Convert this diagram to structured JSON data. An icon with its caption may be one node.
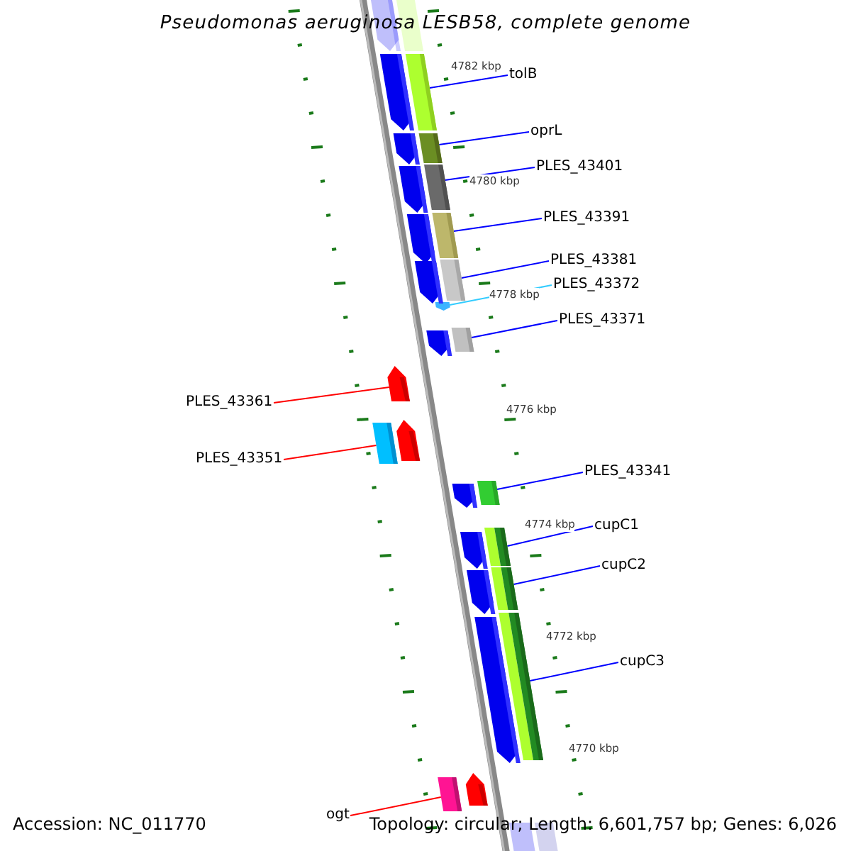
{
  "diagram": {
    "title": "Pseudomonas aeruginosa LESB58, complete genome",
    "nodes": [
      {
        "text": [
          "tolB"
        ]
      },
      {
        "text": [],
        "shape": "bar"
      },
      {
        "text": [
          "oprL"
        ]
      },
      {
        "text": [],
        "shape": "bar"
      },
      {
        "text": [
          "PLES_43401"
        ]
      },
      {
        "text": [],
        "shape": "bar"
      },
      {
        "text": [
          "PLES_43391"
        ]
      },
      {
        "text": [],
        "shape": "bar"
      },
      {
        "text": [
          "PLES_43381"
        ]
      },
      {
        "text": [],
        "shape": "bar"
      },
      {
        "text": [
          "PLES_43372"
        ]
      },
      {
        "text": [],
        "shape": "triangle"
      },
      {
        "text": [
          "PLES_43371"
        ]
      },
      {
        "text": [],
        "shape": "bar"
      },
      {
        "text": [
          "PLES_43361"
        ]
      },
      {
        "text": [],
        "shape": "pentagon"
      },
      {
        "text": [
          "PLES_43351"
        ]
      },
      {
        "text": [],
        "shape": "bar"
      },
      {
        "text": [
          "PLES_43341"
        ]
      },
      {
        "text": [],
        "shape": "bar"
      },
      {
        "text": [
          "cupC1"
        ]
      },
      {
        "text": [],
        "shape": "bar"
      },
      {
        "text": [
          "cupC2"
        ]
      },
      {
        "text": [],
        "shape": "bar"
      },
      {
        "text": [
          "cupC3"
        ]
      },
      {
        "text": [],
        "shape": "bar"
      },
      {
        "text": [
          "ogt"
        ]
      },
      {
        "text": [],
        "shape": "bar"
      },
      {
        "text": [],
        "shape": "pentagon"
      },
      {
        "text": [],
        "shape": "bar"
      },
      {
        "text": [],
        "shape": "pentagon"
      },
      {
        "text": [],
        "shape": "pentagon"
      },
      {
        "text": [],
        "shape": "pentagon"
      },
      {
        "text": [],
        "shape": "pentagon"
      },
      {
        "text": [],
        "shape": "pentagon"
      },
      {
        "text": [],
        "shape": "pentagon"
      },
      {
        "text": [],
        "shape": "pentagon"
      },
      {
        "text": [],
        "shape": "pentagon"
      },
      {
        "text": [],
        "shape": "pentagon"
      },
      {
        "text": [],
        "shape": "pentagon"
      },
      {
        "text": [],
        "shape": "pentagon"
      },
      {
        "text": [],
        "shape": "pentagon"
      },
      {
        "text": [],
        "shape": "pentagon"
      },
      {
        "text": [],
        "shape": "bar"
      }
    ],
    "edges": [
      {
        "from": 0,
        "to": 1,
        "arrow": "none"
      },
      {
        "from": 2,
        "to": 3,
        "arrow": "none"
      },
      {
        "from": 4,
        "to": 5,
        "arrow": "none"
      },
      {
        "from": 6,
        "to": 7,
        "arrow": "none"
      },
      {
        "from": 8,
        "to": 9,
        "arrow": "none"
      },
      {
        "from": 10,
        "to": 11,
        "arrow": "none",
        "color": "#33ccff"
      },
      {
        "from": 12,
        "to": 13,
        "arrow": "none"
      },
      {
        "from": 14,
        "to": 15,
        "arrow": "none",
        "color": "#ff0000"
      },
      {
        "from": 16,
        "to": 17,
        "arrow": "none",
        "color": "#ff0000"
      },
      {
        "from": 18,
        "to": 19,
        "arrow": "none"
      },
      {
        "from": 20,
        "to": 21,
        "arrow": "none"
      },
      {
        "from": 22,
        "to": 23,
        "arrow": "none"
      },
      {
        "from": 24,
        "to": 25,
        "arrow": "none"
      },
      {
        "from": 26,
        "to": 27,
        "arrow": "none",
        "color": "#ff0000"
      }
    ],
    "labels": [
      "4782 kbp",
      "4780 kbp",
      "4778 kbp",
      "4776 kbp",
      "4774 kbp",
      "4772 kbp",
      "4770 kbp",
      "Accession: NC_011770",
      "Topology: circular; Length: 6,601,757 bp; Genes: 6,026"
    ]
  }
}
